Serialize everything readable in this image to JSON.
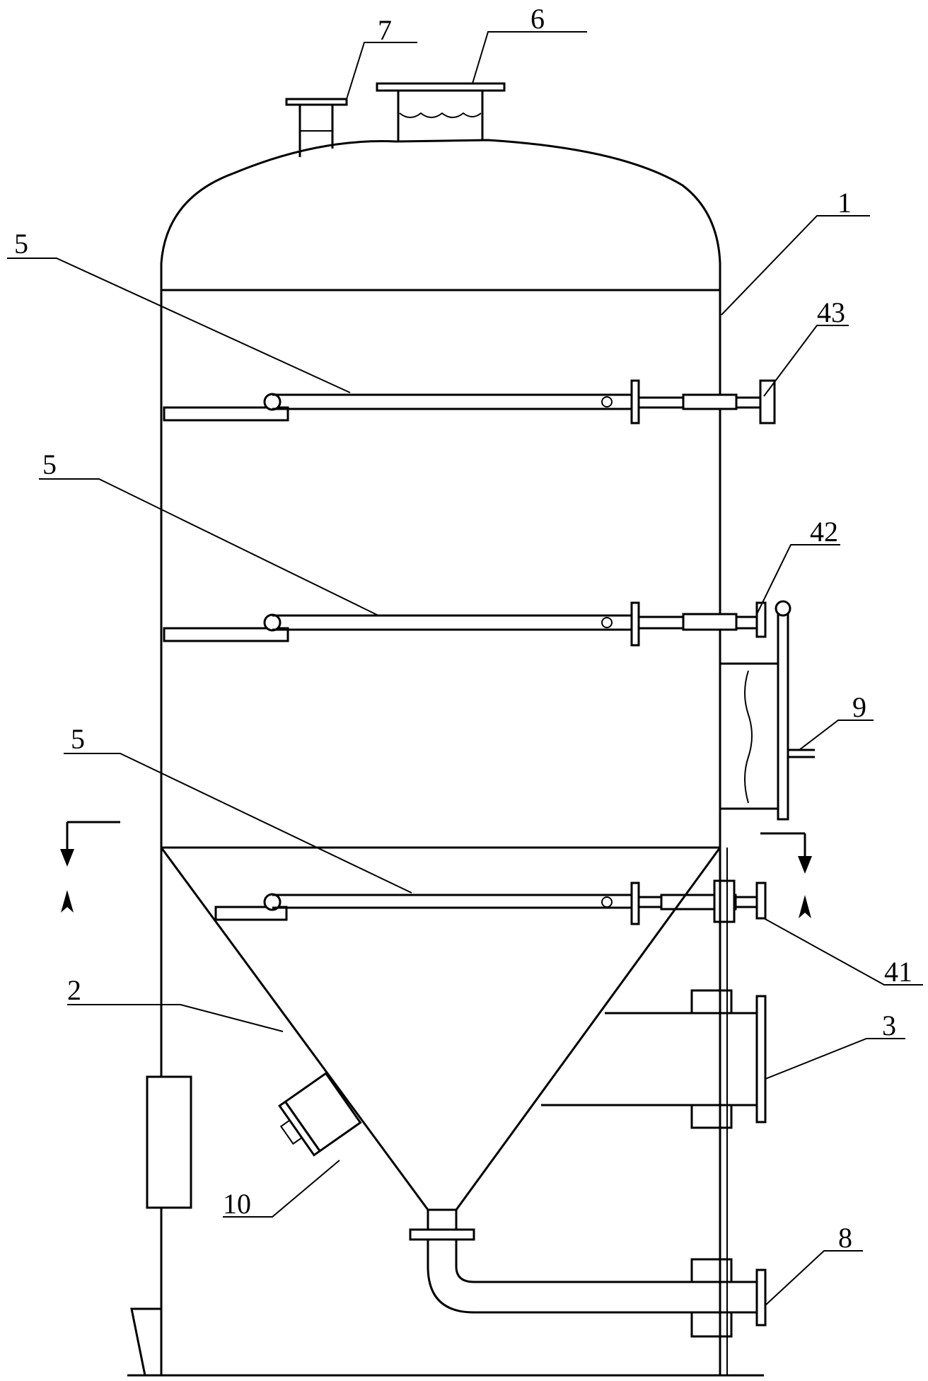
{
  "labels": {
    "vessel": "1",
    "cone": "2",
    "outlet_pipe": "3",
    "nozzle_41": "41",
    "nozzle_42": "42",
    "nozzle_43": "43",
    "distributor_upper": "5",
    "distributor_middle": "5",
    "distributor_lower": "5",
    "manhole_top": "6",
    "vent_nozzle": "7",
    "drain_pipe": "8",
    "side_manhole": "9",
    "cone_handhole": "10"
  }
}
